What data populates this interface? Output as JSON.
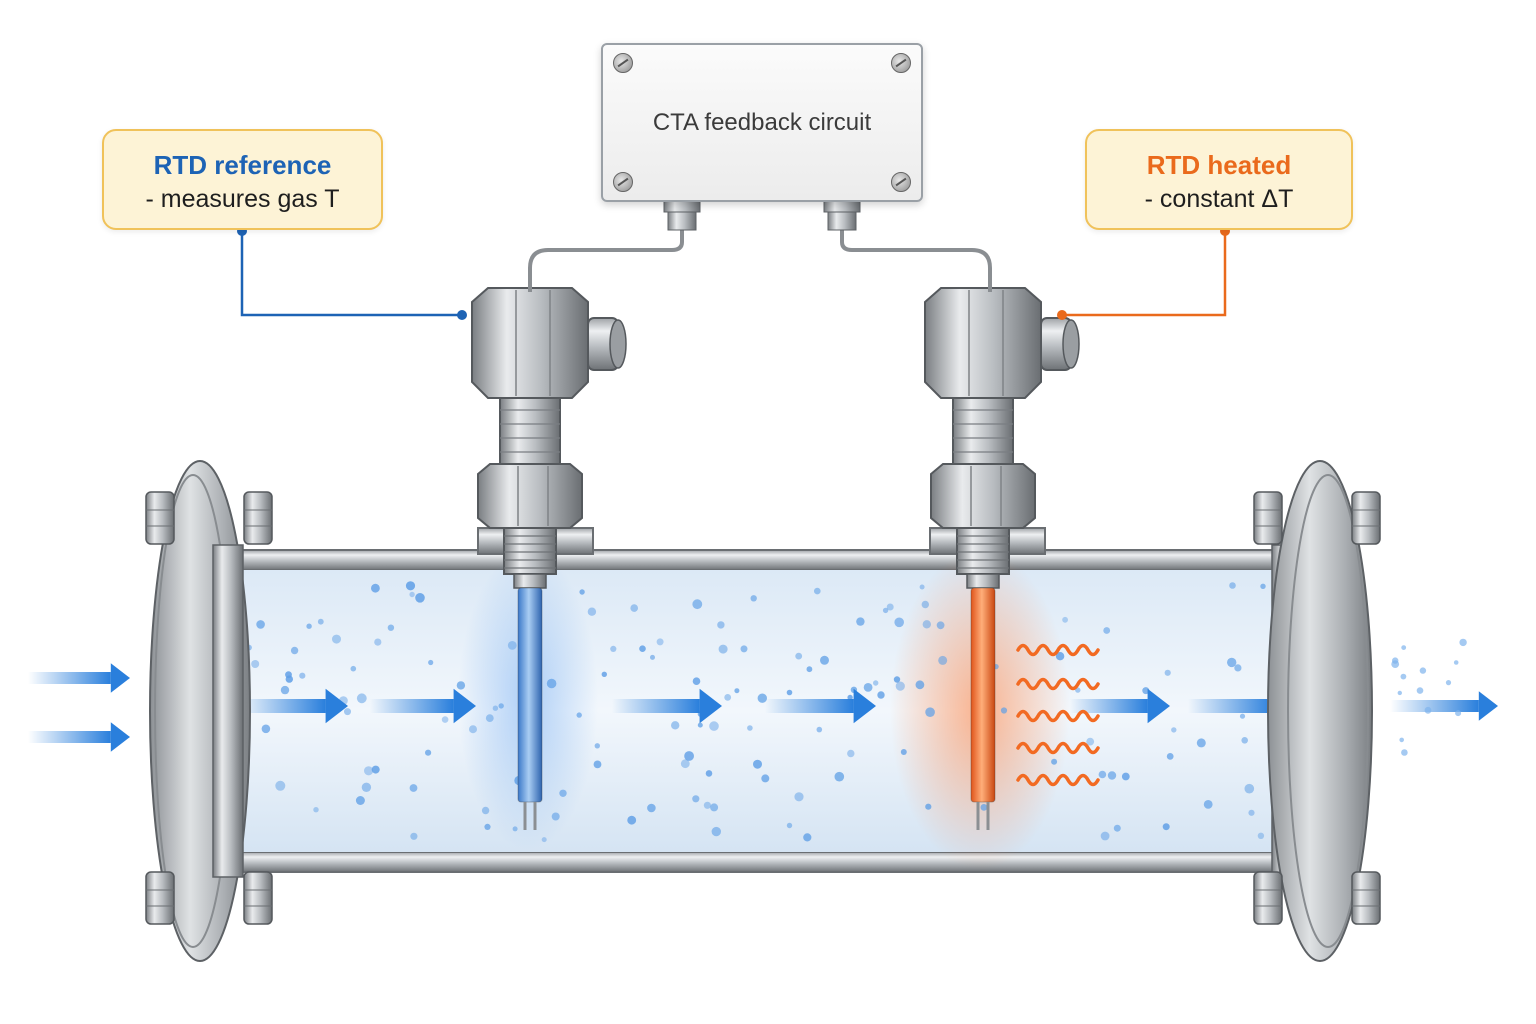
{
  "circuit": {
    "label": "CTA feedback circuit"
  },
  "reference_sensor": {
    "title": "RTD reference",
    "description": "- measures gas T",
    "color": "#1d63b5"
  },
  "heated_sensor": {
    "title": "RTD heated",
    "description": "- constant ΔT",
    "color": "#ea6a1c"
  },
  "flow": {
    "arrow_color": "#2a7fdc",
    "direction": "left-to-right"
  },
  "icons": [
    "flow-arrow-icon",
    "screw-icon",
    "hex-nut-icon",
    "heat-wave-icon"
  ]
}
